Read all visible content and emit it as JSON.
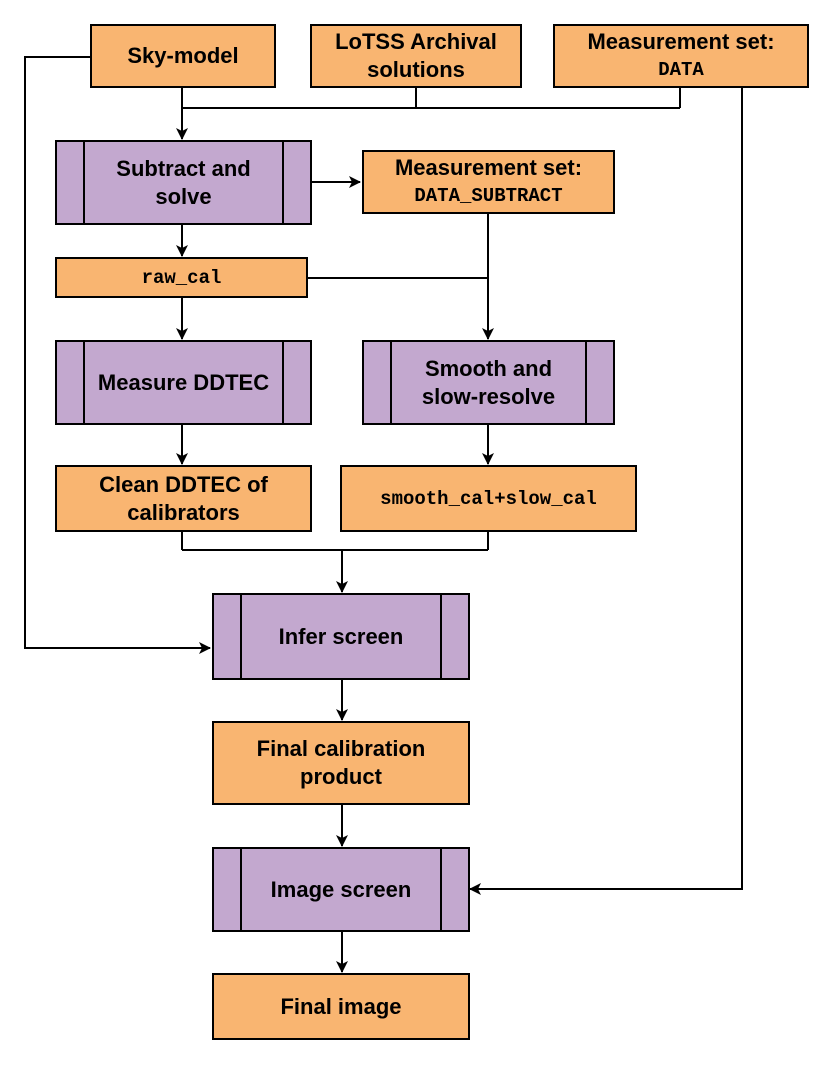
{
  "colors": {
    "data_fill": "#f9b571",
    "process_fill": "#c3a8cf",
    "stroke": "#000000"
  },
  "nodes": {
    "sky_model": {
      "line1": "Sky-model"
    },
    "lotss": {
      "line1": "LoTSS Archival",
      "line2": "solutions"
    },
    "ms_data": {
      "line1": "Measurement set:",
      "line2": "DATA"
    },
    "subtract_solve": {
      "line1": "Subtract and",
      "line2": "solve"
    },
    "ms_data_subtract": {
      "line1": "Measurement set:",
      "line2": "DATA_SUBTRACT"
    },
    "raw_cal": {
      "line1": "raw_cal"
    },
    "measure_ddtec": {
      "line1": "Measure DDTEC"
    },
    "smooth_resolve": {
      "line1": "Smooth and",
      "line2": "slow-resolve"
    },
    "clean_ddtec": {
      "line1": "Clean DDTEC of",
      "line2": "calibrators"
    },
    "smooth_slow_cal": {
      "line1": "smooth_cal+slow_cal"
    },
    "infer_screen": {
      "line1": "Infer screen"
    },
    "final_cal": {
      "line1": "Final calibration",
      "line2": "product"
    },
    "image_screen": {
      "line1": "Image screen"
    },
    "final_image": {
      "line1": "Final image"
    }
  },
  "edges": [
    [
      "sky_model",
      "subtract_solve"
    ],
    [
      "lotss",
      "subtract_solve"
    ],
    [
      "ms_data",
      "subtract_solve"
    ],
    [
      "subtract_solve",
      "ms_data_subtract"
    ],
    [
      "subtract_solve",
      "raw_cal"
    ],
    [
      "raw_cal",
      "measure_ddtec"
    ],
    [
      "raw_cal",
      "smooth_resolve"
    ],
    [
      "ms_data_subtract",
      "smooth_resolve"
    ],
    [
      "measure_ddtec",
      "clean_ddtec"
    ],
    [
      "smooth_resolve",
      "smooth_slow_cal"
    ],
    [
      "clean_ddtec",
      "infer_screen"
    ],
    [
      "smooth_slow_cal",
      "infer_screen"
    ],
    [
      "sky_model",
      "infer_screen"
    ],
    [
      "infer_screen",
      "final_cal"
    ],
    [
      "final_cal",
      "image_screen"
    ],
    [
      "ms_data",
      "image_screen"
    ],
    [
      "image_screen",
      "final_image"
    ]
  ]
}
